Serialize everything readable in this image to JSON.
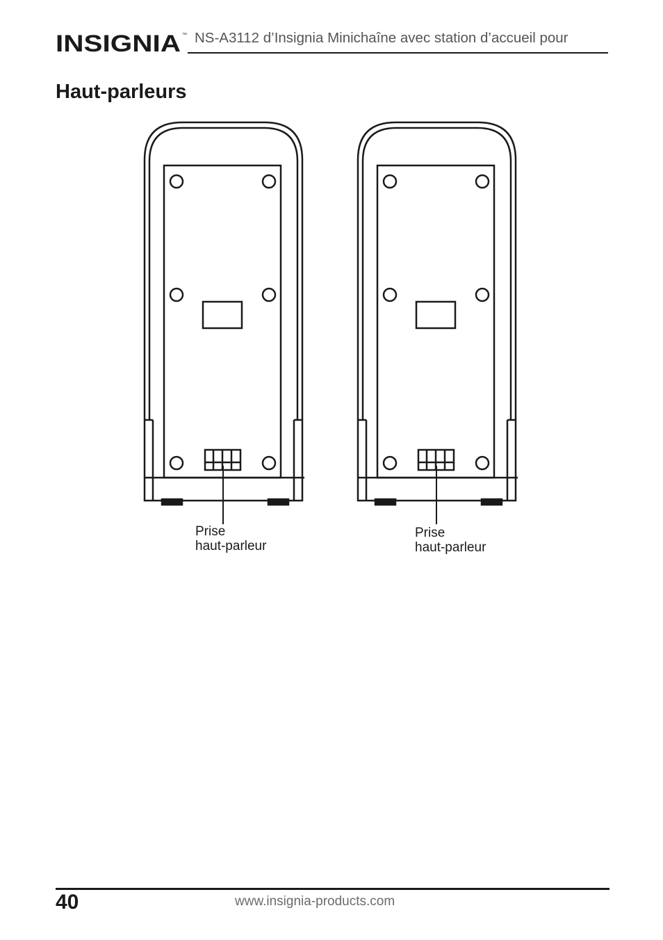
{
  "header": {
    "brand": "INSIGNIA",
    "trademark": "™",
    "title": "NS-A3112 d’Insignia Minichaîne avec station d’accueil pour"
  },
  "section": {
    "title": "Haut-parleurs"
  },
  "figure": {
    "speakers": [
      {
        "callout_line1": "Prise",
        "callout_line2": "haut-parleur"
      },
      {
        "callout_line1": "Prise",
        "callout_line2": "haut-parleur"
      }
    ]
  },
  "footer": {
    "page_number": "40",
    "url": "www.insignia-products.com"
  }
}
